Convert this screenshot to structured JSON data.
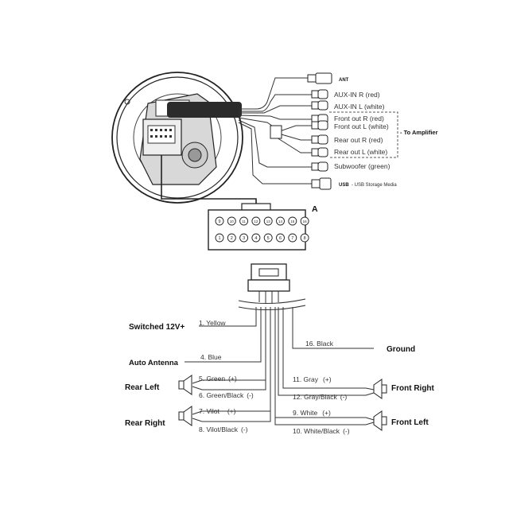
{
  "top_connectors": {
    "ant": "ANT",
    "aux_in_r": "AUX-IN R (red)",
    "aux_in_l": "AUX-IN L (white)",
    "front_out_r": "Front out R (red)",
    "front_out_l": "Front out L (white)",
    "rear_out_r": "Rear out R (red)",
    "rear_out_l": "Rear out L (white)",
    "to_amplifier": "To Amplifier",
    "subwoofer": "Subwoofer (green)",
    "usb": "USB",
    "usb_desc": "- USB Storage Media"
  },
  "connector_a": {
    "label": "A",
    "top_pins": [
      "9",
      "10",
      "11",
      "12",
      "13",
      "14",
      "15",
      "16"
    ],
    "bottom_pins": [
      "1",
      "2",
      "3",
      "4",
      "5",
      "6",
      "7",
      "8"
    ]
  },
  "harness": {
    "switched": "Switched 12V+",
    "auto_antenna": "Auto Antenna",
    "ground": "Ground",
    "rear_left": "Rear Left",
    "rear_right": "Rear Right",
    "front_right": "Front Right",
    "front_left": "Front Left",
    "w1": "1. Yellow",
    "w4": "4. Blue",
    "w16": "16. Black",
    "w5": "5. Green",
    "w6": "6. Green/Black",
    "w7": "7. Vilot",
    "w8": "8. Vilot/Black",
    "w11": "11. Gray",
    "w12": "12. Gray/Black",
    "w9": "9. White",
    "w10": "10. White/Black",
    "plus": "(+)",
    "minus": "(-)"
  }
}
